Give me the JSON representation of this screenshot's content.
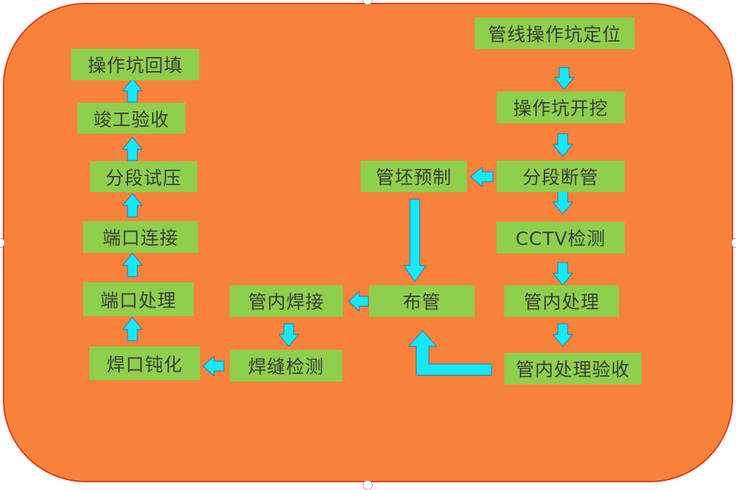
{
  "colors": {
    "panel": "#f7823b",
    "panel_border": "#d73d1e",
    "node_fill": "#8ecf4d",
    "node_text": "#3d3d3d",
    "arrow_fill": "#16e8f8",
    "arrow_stroke": "#3a7ea8"
  },
  "nodes": {
    "pipeline_pit_location": "管线操作坑定位",
    "pit_excavation": "操作坑开挖",
    "segment_cutting": "分段断管",
    "cctv_inspection": "CCTV检测",
    "pipe_inner_treatment": "管内处理",
    "inner_treatment_acceptance": "管内处理验收",
    "pipe_blank_prefab": "管坯预制",
    "pipe_laying": "布管",
    "inner_welding": "管内焊接",
    "weld_inspection": "焊缝检测",
    "weld_passivation": "焊口钝化",
    "port_treatment": "端口处理",
    "port_connection": "端口连接",
    "segment_pressure_test": "分段试压",
    "completion_acceptance": "竣工验收",
    "pit_backfill": "操作坑回填"
  }
}
